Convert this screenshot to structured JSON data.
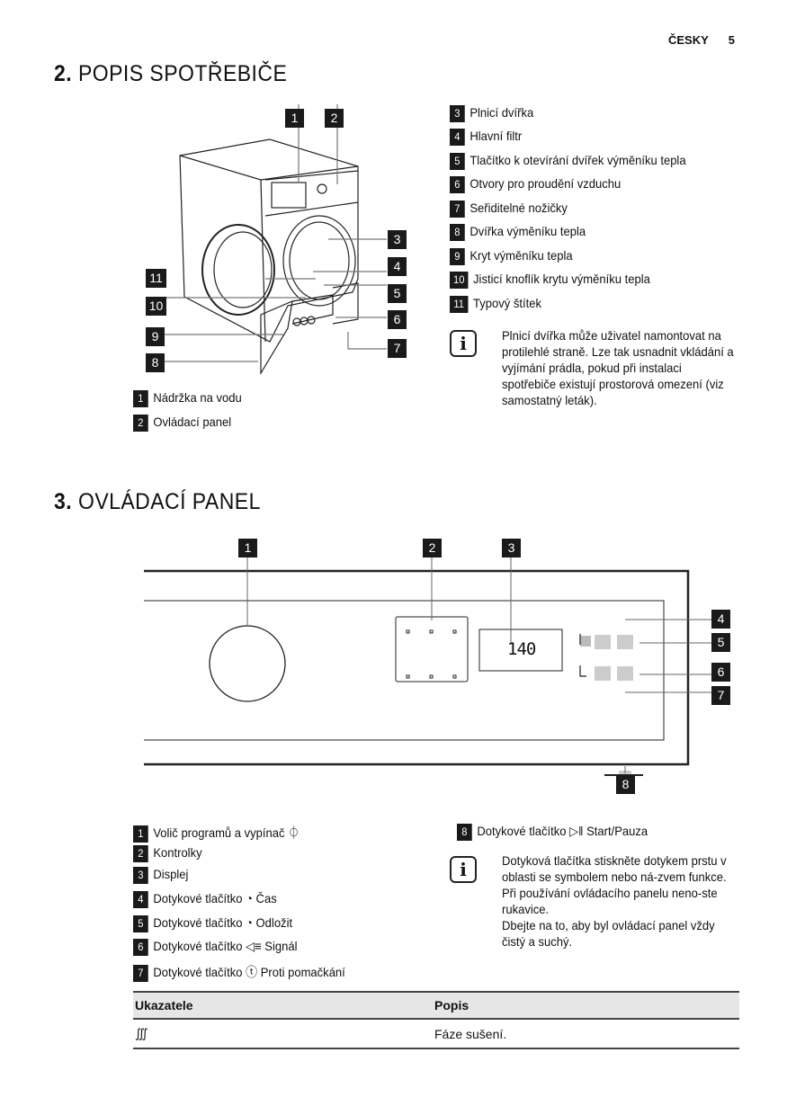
{
  "header": {
    "language": "ČESKY",
    "page": "5"
  },
  "section2": {
    "number": "2.",
    "title": "POPIS SPOTŘEBIČE",
    "callouts": [
      "1",
      "2",
      "3",
      "4",
      "5",
      "6",
      "7",
      "8",
      "9",
      "10",
      "11"
    ],
    "legend": [
      {
        "n": "1",
        "label": "Nádržka na vodu"
      },
      {
        "n": "2",
        "label": "Ovládací panel"
      },
      {
        "n": "3",
        "label": "Plnicí dvířka"
      },
      {
        "n": "4",
        "label": "Hlavní filtr"
      },
      {
        "n": "5",
        "label": "Tlačítko k otevírání dvířek výměníku tepla"
      },
      {
        "n": "6",
        "label": "Otvory pro proudění vzduchu"
      },
      {
        "n": "7",
        "label": "Seřiditelné nožičky"
      },
      {
        "n": "8",
        "label": "Dvířka výměníku tepla"
      },
      {
        "n": "9",
        "label": "Kryt výměníku tepla"
      },
      {
        "n": "10",
        "label": "Jisticí knoflík krytu výměníku tepla"
      },
      {
        "n": "11",
        "label": "Typový štítek"
      }
    ],
    "note": "Plnicí dvířka může uživatel namontovat na protilehlé straně. Lze tak usnadnit vkládání a vyjímání prádla, pokud při instalaci spotřebiče existují prostorová omezení (viz samostatný leták)."
  },
  "section3": {
    "number": "3.",
    "title": "OVLÁDACÍ PANEL",
    "display_value": "140",
    "callouts": [
      "1",
      "2",
      "3",
      "4",
      "5",
      "6",
      "7",
      "8"
    ],
    "legend": [
      {
        "n": "1",
        "label": "Volič programů a vypínač ⏀"
      },
      {
        "n": "2",
        "label": "Kontrolky"
      },
      {
        "n": "3",
        "label": "Displej"
      },
      {
        "n": "4",
        "label": "Dotykové tlačítko ◔ Čas"
      },
      {
        "n": "5",
        "label": "Dotykové tlačítko ◔ Odložit"
      },
      {
        "n": "6",
        "label": "Dotykové tlačítko ◁≡ Signál"
      },
      {
        "n": "7",
        "label": "Dotykové tlačítko ⓣ Proti pomačkání"
      },
      {
        "n": "8",
        "label": "Dotykové tlačítko ▷‖ Start/Pauza"
      }
    ],
    "note": [
      "Dotyková tlačítka stiskněte dotykem prstu v oblasti se symbolem nebo ná-zvem funkce.",
      "Při používání ovládacího panelu neno-ste rukavice.",
      "Dbejte na to, aby byl ovládací panel vždy čistý a suchý."
    ],
    "info_icon": "i",
    "table": {
      "headers": [
        "Ukazatele",
        "Popis"
      ],
      "rows": [
        {
          "indicator": "∭",
          "description": "Fáze sušení."
        }
      ]
    }
  }
}
